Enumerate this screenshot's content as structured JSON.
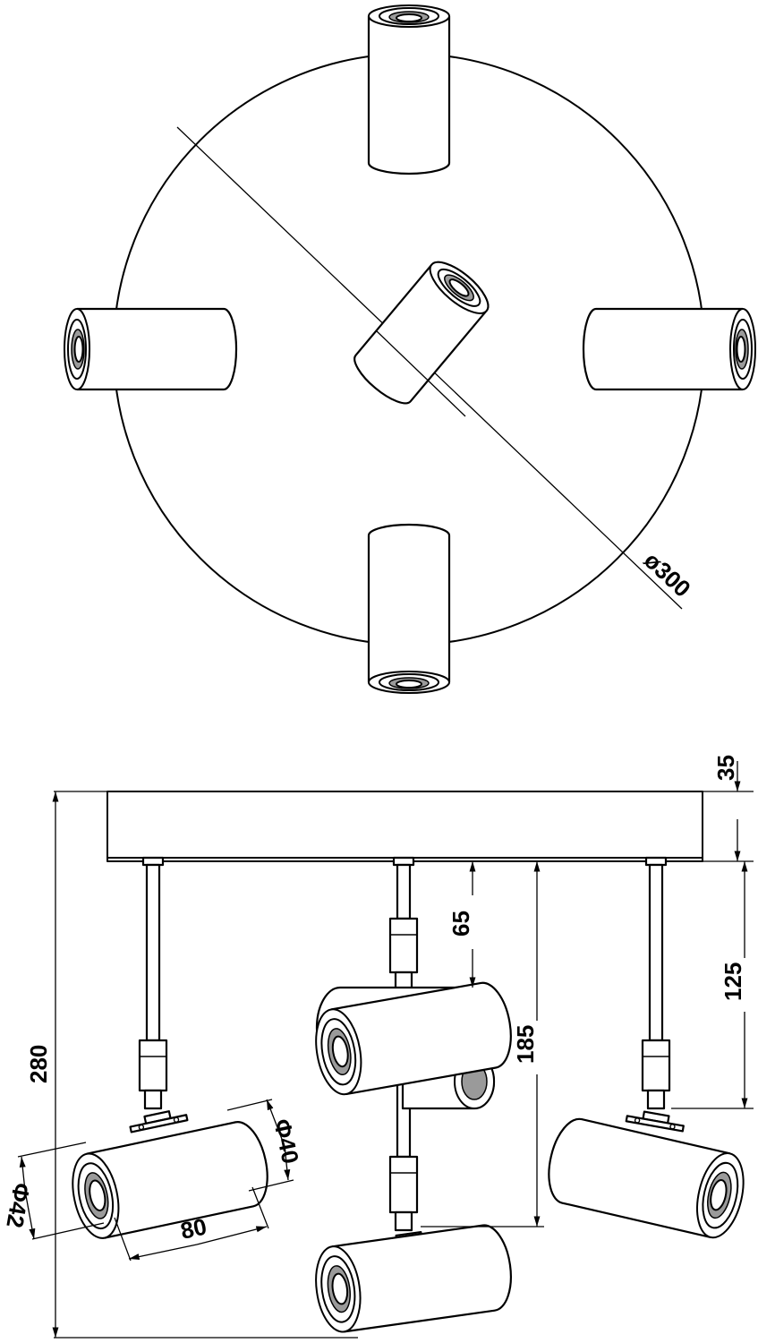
{
  "dimensions": {
    "diameter_plate": "ø300",
    "plate_height": "35",
    "total_height": "280",
    "stem_short": "65",
    "stem_medium": "125",
    "stem_long": "185",
    "head_diameter_inner": "Φ40",
    "head_diameter_outer": "Φ42",
    "head_length": "80"
  }
}
